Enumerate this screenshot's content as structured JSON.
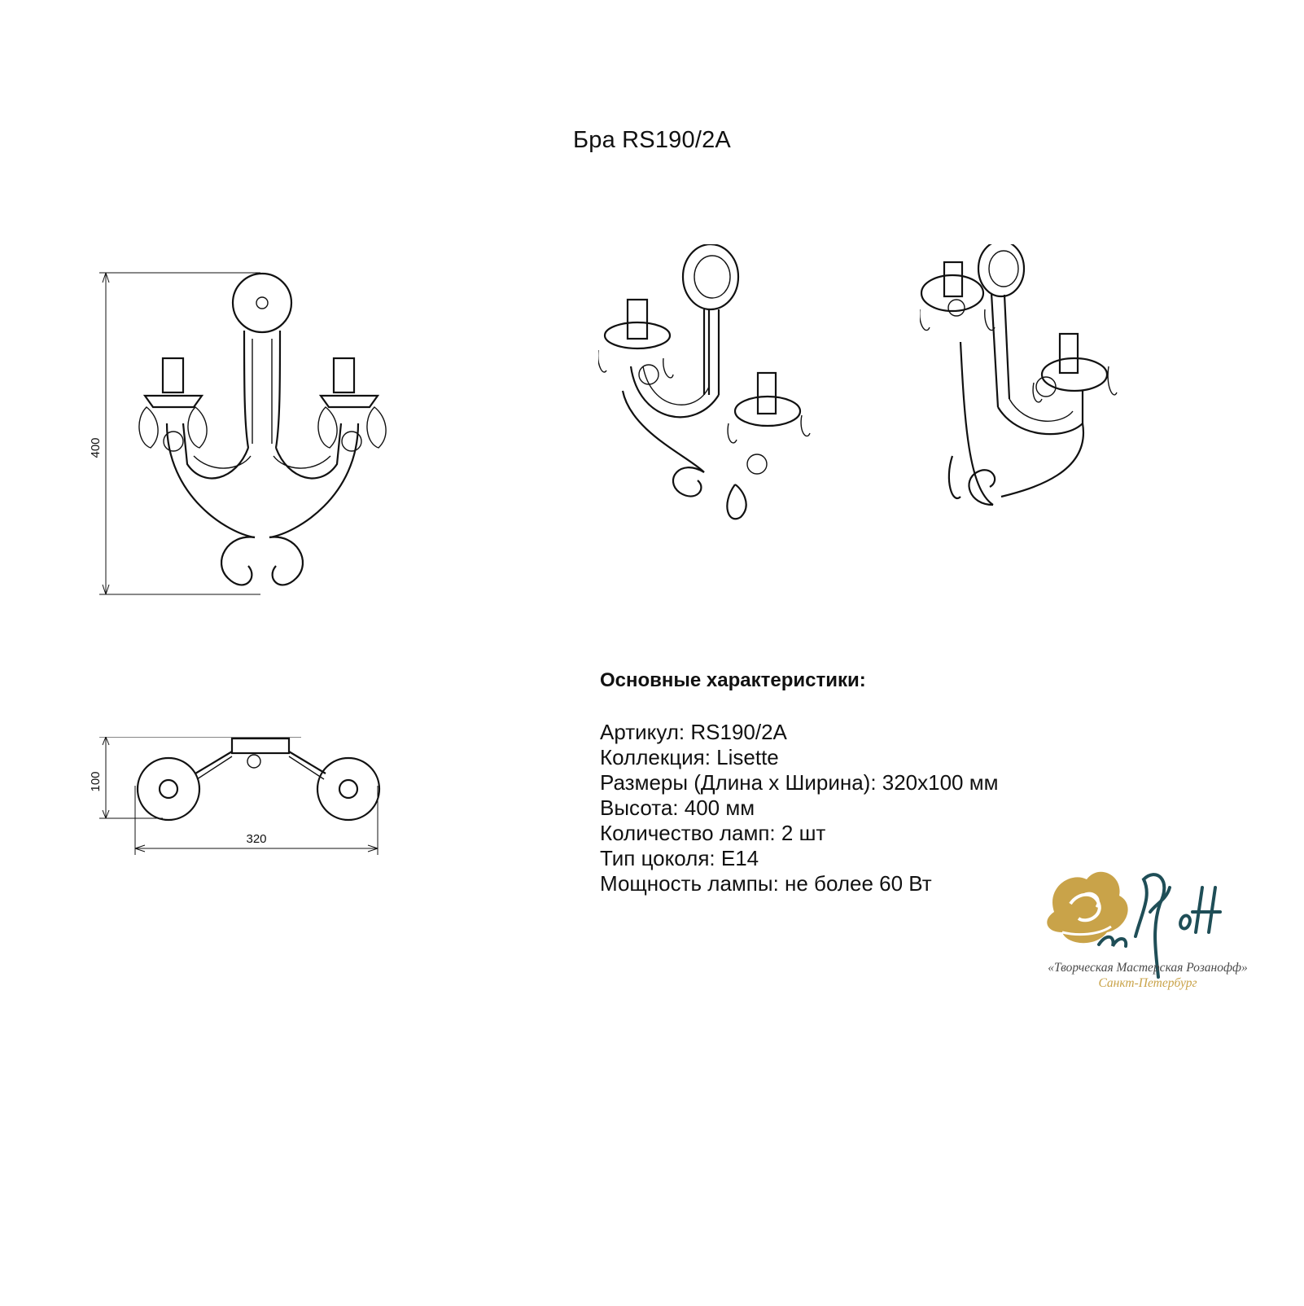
{
  "title": "Бра RS190/2A",
  "front_view": {
    "dimension_height": "400"
  },
  "top_view": {
    "dimension_depth": "100",
    "dimension_width": "320"
  },
  "specs": {
    "heading": "Основные характеристики:",
    "rows": [
      "Артикул: RS190/2A",
      "Коллекция: Lisette",
      "Размеры (Длина х Ширина): 320х100 мм",
      "Высота: 400 мм",
      "Количество ламп: 2 шт",
      "Тип цоколя: E14",
      "Мощность лампы: не более 60 Вт"
    ]
  },
  "logo": {
    "wordmark": "Rozanoff",
    "caption_line1": "«Творческая Мастерская Розанофф»",
    "caption_line2": "Санкт-Петербург",
    "colors": {
      "gold": "#c9a349",
      "teal": "#1f4e57"
    }
  }
}
